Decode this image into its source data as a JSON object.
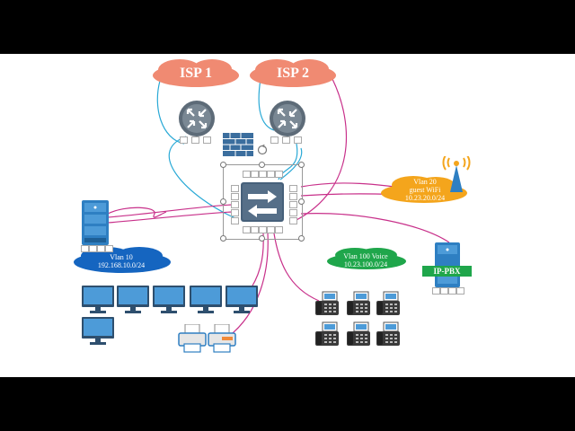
{
  "clouds": {
    "isp1": {
      "label": "ISP 1",
      "color": "#f08a72"
    },
    "isp2": {
      "label": "ISP 2",
      "color": "#f08a72"
    },
    "vlan10": {
      "line1": "Vlan 10",
      "line2": "192.168.10.0/24",
      "color": "#1565c0"
    },
    "vlan20": {
      "line1": "Vlan 20",
      "line2": "guest WiFi",
      "line3": "10.23.20.0/24",
      "color": "#f4a51c"
    },
    "vlan100": {
      "line1": "Vlan 100 Voice",
      "line2": "10.23.100.0/24",
      "color": "#1fa64b"
    }
  },
  "pbx": {
    "label": "IP-PBX",
    "color": "#1fa64b"
  },
  "colors": {
    "cable_blue": "#29a9d6",
    "cable_magenta": "#c8308a",
    "switch": "#46607a",
    "router": "#5d6b78"
  },
  "icons": [
    "router-icon",
    "firewall-icon",
    "switch-icon",
    "server-icon",
    "wifi-ap-icon",
    "monitor-icon",
    "printer-icon",
    "ip-phone-icon"
  ]
}
